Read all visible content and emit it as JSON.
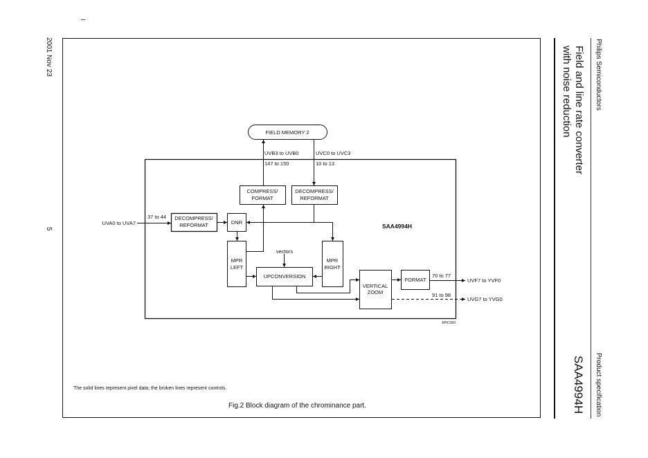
{
  "page": {
    "date": "2001 Nov 23",
    "page_number": "5",
    "company": "Philips Semiconductors",
    "title_line1": "Field and line rate converter",
    "title_line2": "with noise reduction",
    "doc_type": "Product specification",
    "part_number": "SAA4994H"
  },
  "figure": {
    "note": "The solid lines represent pixel data; the broken lines represent controls.",
    "caption": "Fig.2  Block diagram of the chrominance part.",
    "code": "MHC060",
    "chip_label": "SAA4994H"
  },
  "blocks": {
    "field_memory": "FIELD MEMORY 2",
    "compress_1": "COMPRESS/",
    "compress_2": "FORMAT",
    "decomp_top_1": "DECOMPRESS/",
    "decomp_top_2": "REFORMAT",
    "decomp_left_1": "DECOMPRESS/",
    "decomp_left_2": "REFORMAT",
    "dnr": "DNR",
    "mpr_left_1": "MPR",
    "mpr_left_2": "LEFT",
    "mpr_right_1": "MPR",
    "mpr_right_2": "RIGHT",
    "upconversion": "UPCONVERSION",
    "vzoom_1": "VERTICAL",
    "vzoom_2": "ZOOM",
    "format": "FORMAT",
    "vectors": "vectors"
  },
  "signals": {
    "uvb": "UVB3 to UVB0",
    "uvb_pins": "147 to 150",
    "uvc": "UVC0 to UVC3",
    "uvc_pins": "10 to 13",
    "uva": "UVA0 to UVA7",
    "uva_pins": "37 to 44",
    "uvf": "UVF7 to YVF0",
    "uvf_pins": "70 to 77",
    "uvg": "UVG7 to YVG0",
    "uvg_pins": "91 to 98"
  }
}
